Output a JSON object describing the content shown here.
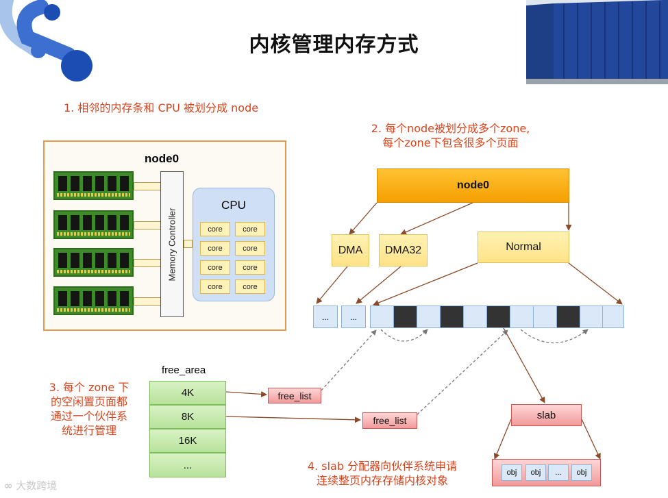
{
  "title": "内核管理内存方式",
  "notes": {
    "n1": "1. 相邻的内存条和 CPU 被划分成 node",
    "n2_line1": "2. 每个node被划分成多个zone,",
    "n2_line2": "每个zone下包含很多个页面",
    "n3_line1": "3. 每个 zone 下",
    "n3_line2": "的空闲置页面都",
    "n3_line3": "通过一个伙伴系",
    "n3_line4": "统进行管理",
    "n4_line1": "4. slab 分配器向伙伴系统申请",
    "n4_line2": "连续整页内存存储内核对象"
  },
  "left_diagram": {
    "node_label": "node0",
    "memory_controller": "Memory Controller",
    "cpu_label": "CPU",
    "cores": [
      "core",
      "core",
      "core",
      "core",
      "core",
      "core",
      "core",
      "core"
    ]
  },
  "zone_diagram": {
    "node_label": "node0",
    "zones": [
      "DMA",
      "DMA32",
      "Normal"
    ],
    "ellipsis": "...",
    "free_list": "free_list",
    "slab": "slab",
    "objs": [
      "obj",
      "obj",
      "...",
      "obj"
    ]
  },
  "free_area": {
    "label": "free_area",
    "sizes": [
      "4K",
      "8K",
      "16K",
      "..."
    ]
  },
  "watermark": "大数跨境"
}
